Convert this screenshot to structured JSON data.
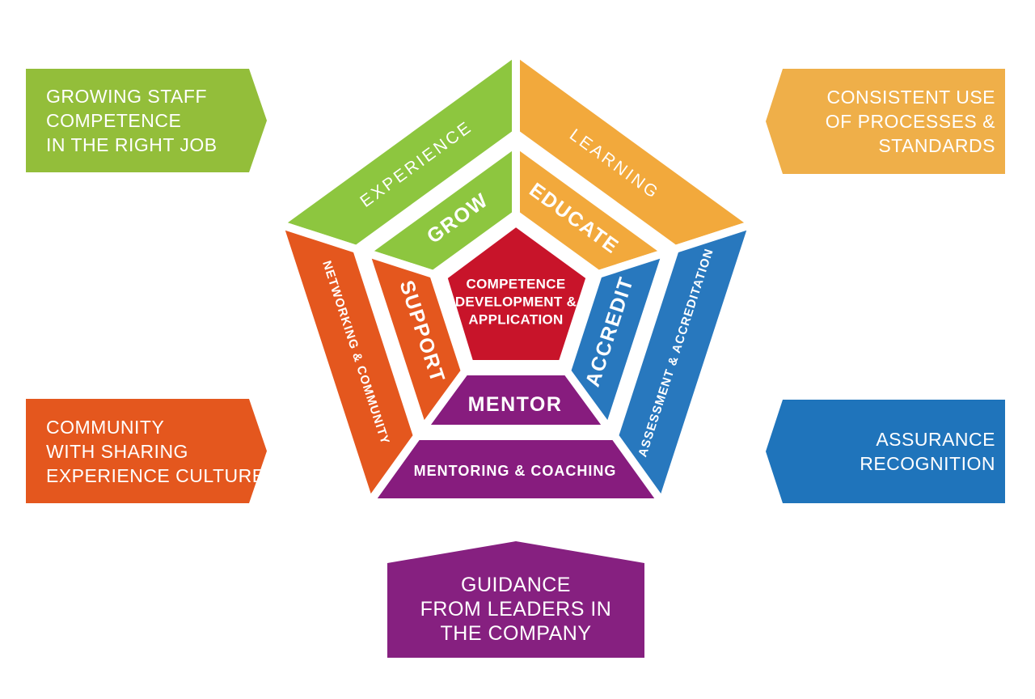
{
  "diagram": {
    "title_semantic": "competence development pentagon",
    "center": {
      "lines": [
        "COMPETENCE",
        "DEVELOPMENT &",
        "APPLICATION"
      ],
      "color": "#c8142a"
    },
    "inner_ring": [
      {
        "label": "GROW",
        "color": "#8dc63f"
      },
      {
        "label": "EDUCATE",
        "color": "#f2a93c"
      },
      {
        "label": "ACCREDIT",
        "color": "#2878be"
      },
      {
        "label": "MENTOR",
        "color": "#871c7e"
      },
      {
        "label": "SUPPORT",
        "color": "#e4571e"
      }
    ],
    "outer_ring": [
      {
        "label": "EXPERIENCE",
        "color": "#8dc63f"
      },
      {
        "label": "LEARNING",
        "color": "#f2a93c"
      },
      {
        "label": "ASSESSMENT & ACCREDITATION",
        "color": "#2878be"
      },
      {
        "label": "MENTORING & COACHING",
        "color": "#871c7e"
      },
      {
        "label": "NETWORKING & COMMUNITY",
        "color": "#e4571e"
      }
    ],
    "callouts": [
      {
        "position": "top-left",
        "text": "GROWING STAFF\nCOMPETENCE\nIN THE RIGHT JOB",
        "color": "#93be3a"
      },
      {
        "position": "top-right",
        "text": "CONSISTENT USE\nOF PROCESSES &\nSTANDARDS",
        "color": "#efaf49"
      },
      {
        "position": "middle-left",
        "text": "COMMUNITY\nWITH SHARING\nEXPERIENCE CULTURE",
        "color": "#e4571e"
      },
      {
        "position": "middle-right",
        "text": "ASSURANCE\nRECOGNITION",
        "color": "#1f74bb"
      },
      {
        "position": "bottom",
        "text": "GUIDANCE\nFROM LEADERS IN\nTHE COMPANY",
        "color": "#862080"
      }
    ]
  }
}
